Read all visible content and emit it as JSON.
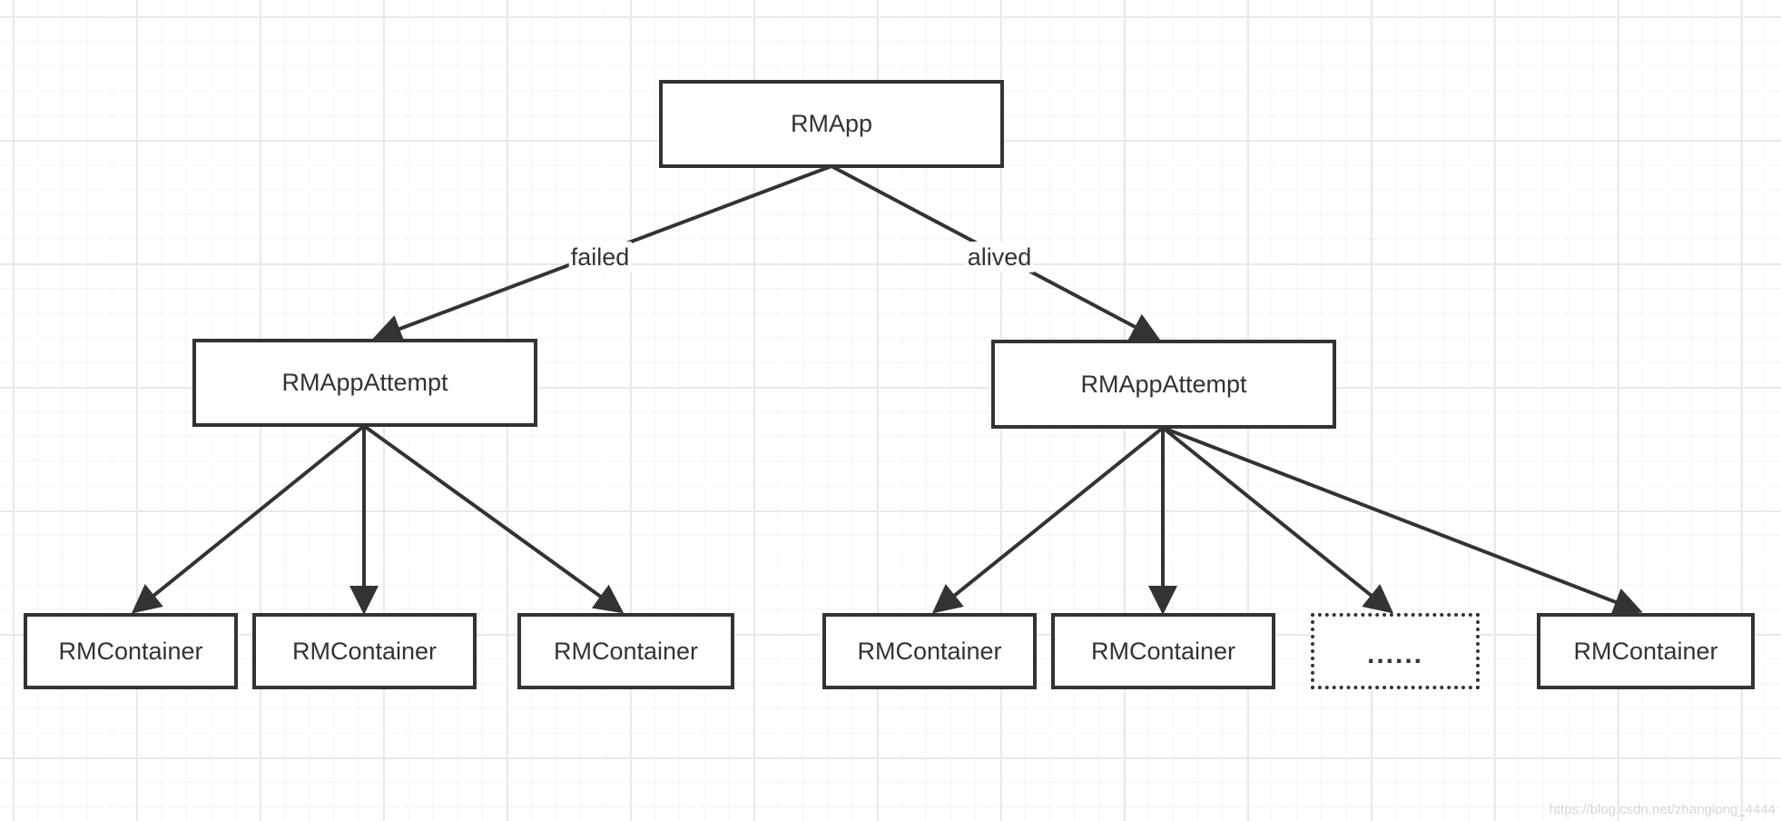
{
  "colors": {
    "stroke": "#333333",
    "text": "#333333",
    "background": "#ffffff",
    "grid_major": "#e9e9e9",
    "grid_minor": "#f4f4f4"
  },
  "nodes": {
    "root": {
      "label": "RMApp"
    },
    "attempt_failed": {
      "label": "RMAppAttempt"
    },
    "attempt_alive": {
      "label": "RMAppAttempt"
    },
    "container_1": {
      "label": "RMContainer"
    },
    "container_2": {
      "label": "RMContainer"
    },
    "container_3": {
      "label": "RMContainer"
    },
    "container_4": {
      "label": "RMContainer"
    },
    "container_5": {
      "label": "RMContainer"
    },
    "ellipsis": {
      "label": "......"
    },
    "container_6": {
      "label": "RMContainer"
    }
  },
  "edges": {
    "failed_label": "failed",
    "alive_label": "alived"
  },
  "watermark": "https://blog.csdn.net/zhanglong_4444"
}
